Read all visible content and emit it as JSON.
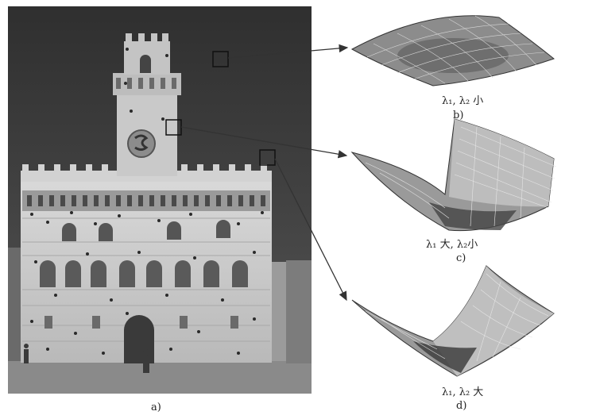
{
  "panels": {
    "a": {
      "label": "a)"
    },
    "b": {
      "label": "b)",
      "eigen_text": "λ₁, λ₂ 小"
    },
    "c": {
      "label": "c)",
      "eigen_text": "λ₁ 大, λ₂小"
    },
    "d": {
      "label": "d)",
      "eigen_text": "λ₁, λ₂ 大"
    }
  },
  "colors": {
    "sky": "#3a3a3a",
    "stone": "#cfcfcf",
    "line": "#333333"
  }
}
